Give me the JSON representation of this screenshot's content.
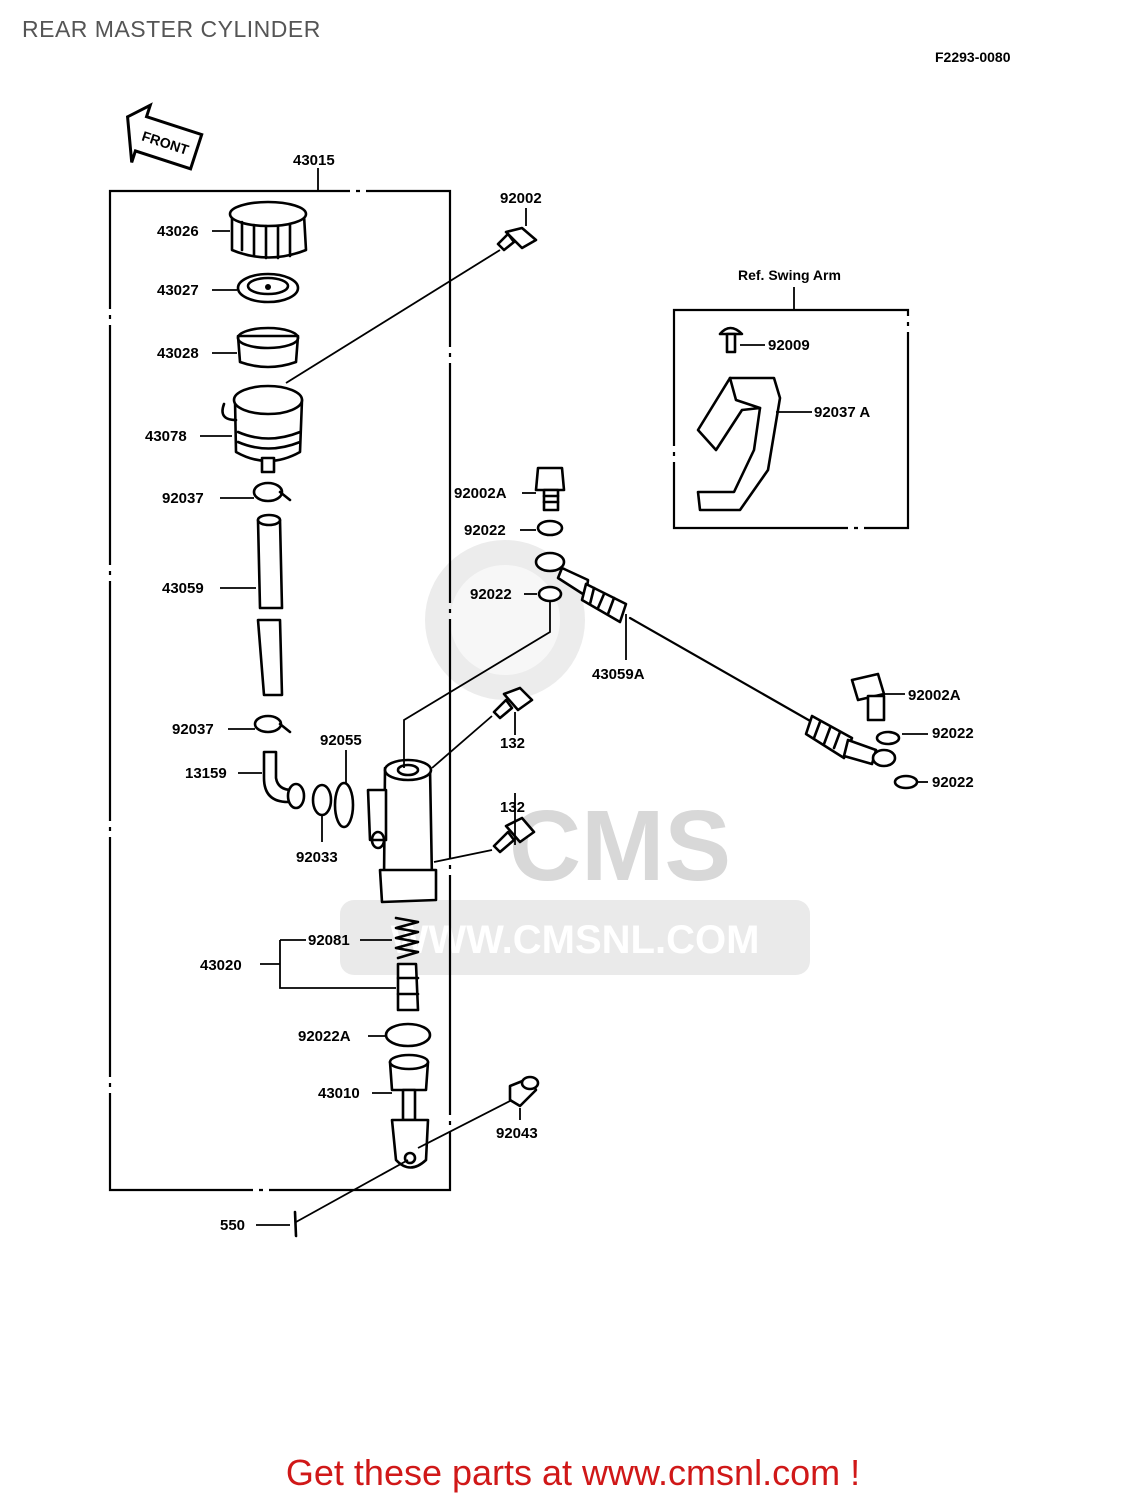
{
  "title": "REAR MASTER CYLINDER",
  "figure_code": "F2293-0080",
  "front_arrow_label": "FRONT",
  "ref_label": "Ref. Swing Arm",
  "watermark": {
    "brand": "CMS",
    "url": "WWW.CMSNL.COM"
  },
  "footer": "Get these parts at www.cmsnl.com !",
  "parts": {
    "p43015": "43015",
    "p43026": "43026",
    "p43027": "43027",
    "p43028": "43028",
    "p43078": "43078",
    "p92037a": "92037",
    "p43059": "43059",
    "p92037b": "92037",
    "p13159": "13159",
    "p92055": "92055",
    "p92033": "92033",
    "p92081": "92081",
    "p43020": "43020",
    "p92022A": "92022A",
    "p43010": "43010",
    "p550": "550",
    "p92002": "92002",
    "p92002A_top": "92002A",
    "p92022_1": "92022",
    "p92022_2": "92022",
    "p43059A": "43059A",
    "p132a": "132",
    "p132b": "132",
    "p92043": "92043",
    "p92009": "92009",
    "p92037A": "92037 A",
    "p92002A_right": "92002A",
    "p92022_3": "92022",
    "p92022_4": "92022"
  },
  "colors": {
    "footer": "#d01818",
    "title": "#555555",
    "watermark": "#dcdcdc"
  }
}
